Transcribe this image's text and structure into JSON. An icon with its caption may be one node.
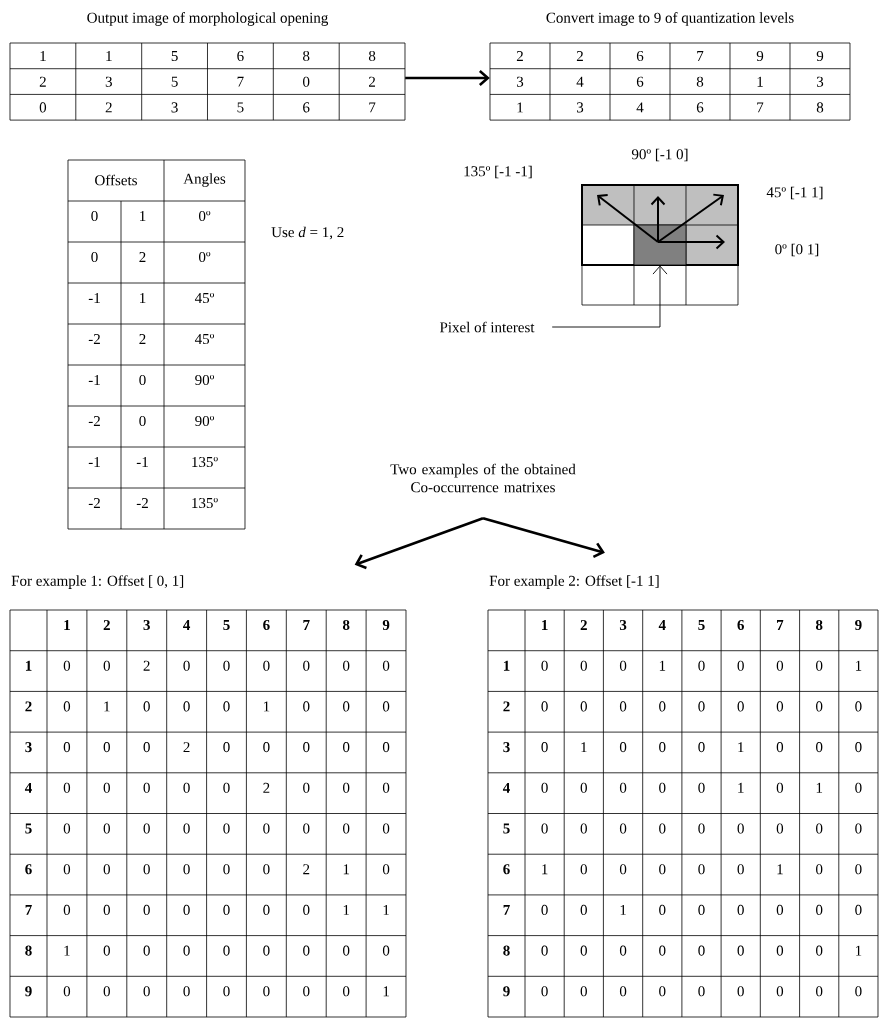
{
  "diagram": {
    "nodes": [
      {
        "text": [
          "Output image of morphological opening"
        ]
      },
      {
        "text": [
          "Convert image to 9 of quantization levels"
        ]
      },
      {
        "text": [
          "Two examples of the obtained Co-occurrence matrixes"
        ]
      },
      {
        "text": [
          "For example 1: Offset [ 0, 1]"
        ]
      },
      {
        "text": [
          "For example 2: Offset [-1 1]"
        ]
      },
      {
        "text": [
          "Pixel of interest"
        ]
      },
      {
        "text": [],
        "shape": "box"
      }
    ],
    "edges": [
      {
        "from": 0,
        "to": 1,
        "arrow": "to"
      },
      {
        "from": 2,
        "to": 3,
        "arrow": "to"
      },
      {
        "from": 2,
        "to": 4,
        "arrow": "to"
      },
      {
        "from": 5,
        "to": 6,
        "arrow": "to"
      }
    ],
    "labels": [
      "1",
      "1",
      "5",
      "6",
      "8",
      "8",
      "2",
      "3",
      "5",
      "7",
      "0",
      "2",
      "0",
      "2",
      "3",
      "5",
      "6",
      "7",
      "2",
      "2",
      "6",
      "7",
      "9",
      "9",
      "3",
      "4",
      "6",
      "8",
      "1",
      "3",
      "1",
      "3",
      "4",
      "6",
      "7",
      "8",
      "Offsets",
      "Angles",
      "0",
      "1",
      "0º",
      "0",
      "2",
      "0º",
      "-1",
      "1",
      "45º",
      "-2",
      "2",
      "45º",
      "-1",
      "0",
      "90º",
      "-2",
      "0",
      "90º",
      "-1",
      "-1",
      "135º",
      "-2",
      "-2",
      "135º",
      "Use *d* = 1, 2",
      "90º [-1 0]",
      "135º [-1 -1]",
      "45º [-1 1]",
      "0º [0 1]",
      "1",
      "2",
      "3",
      "4",
      "5",
      "6",
      "7",
      "8",
      "9",
      "1",
      "0",
      "0",
      "2",
      "0",
      "0",
      "0",
      "0",
      "0",
      "0",
      "2",
      "0",
      "1",
      "0",
      "0",
      "0",
      "1",
      "0",
      "0",
      "0",
      "3",
      "0",
      "0",
      "0",
      "2",
      "0",
      "0",
      "0",
      "0",
      "0",
      "4",
      "0",
      "0",
      "0",
      "0",
      "0",
      "2",
      "0",
      "0",
      "0",
      "5",
      "0",
      "0",
      "0",
      "0",
      "0",
      "0",
      "0",
      "0",
      "0",
      "6",
      "0",
      "0",
      "0",
      "0",
      "0",
      "0",
      "2",
      "1",
      "0",
      "7",
      "0",
      "0",
      "0",
      "0",
      "0",
      "0",
      "0",
      "1",
      "1",
      "8",
      "1",
      "0",
      "0",
      "0",
      "0",
      "0",
      "0",
      "0",
      "0",
      "9",
      "0",
      "0",
      "0",
      "0",
      "0",
      "0",
      "0",
      "0",
      "1",
      "1",
      "2",
      "3",
      "4",
      "5",
      "6",
      "7",
      "8",
      "9",
      "1",
      "0",
      "0",
      "0",
      "1",
      "0",
      "0",
      "0",
      "0",
      "1",
      "2",
      "0",
      "0",
      "0",
      "0",
      "0",
      "0",
      "0",
      "0",
      "0",
      "3",
      "0",
      "1",
      "0",
      "0",
      "0",
      "1",
      "0",
      "0",
      "0",
      "4",
      "0",
      "0",
      "0",
      "0",
      "0",
      "1",
      "0",
      "1",
      "0",
      "5",
      "0",
      "0",
      "0",
      "0",
      "0",
      "0",
      "0",
      "0",
      "0",
      "6",
      "1",
      "0",
      "0",
      "0",
      "0",
      "0",
      "1",
      "0",
      "0",
      "7",
      "0",
      "0",
      "1",
      "0",
      "0",
      "0",
      "0",
      "0",
      "0",
      "8",
      "0",
      "0",
      "0",
      "0",
      "0",
      "0",
      "0",
      "0",
      "1",
      "9",
      "0",
      "0",
      "0",
      "0",
      "0",
      "0",
      "0",
      "0",
      "0"
    ]
  }
}
